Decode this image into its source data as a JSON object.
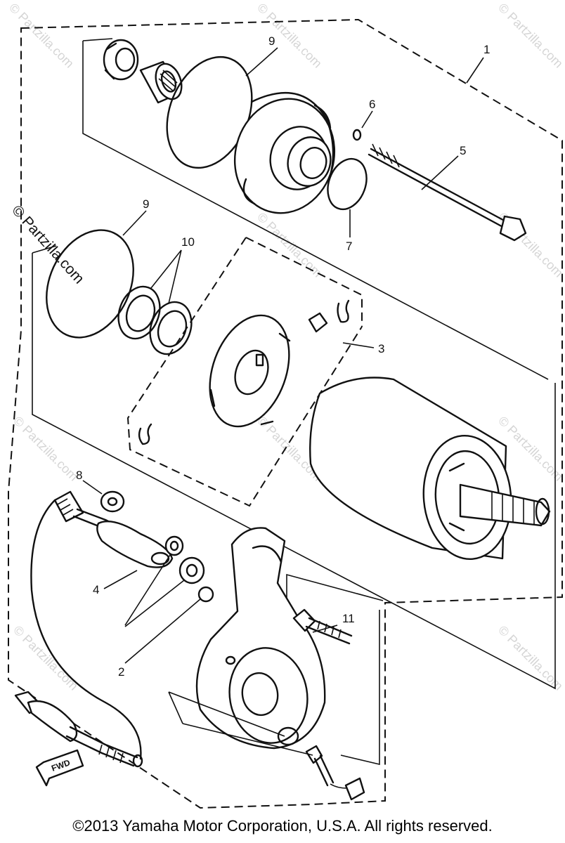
{
  "diagram": {
    "callouts": {
      "c1": "1",
      "c2": "2",
      "c3": "3",
      "c4": "4",
      "c5": "5",
      "c6": "6",
      "c7": "7",
      "c8": "8",
      "c9a": "9",
      "c9b": "9",
      "c10": "10",
      "c11": "11"
    },
    "fwd_label": "FWD"
  },
  "watermark": "© Partzilla.com",
  "footer": {
    "copyright": "©2013  Yamaha Motor Corporation, U.S.A. All rights reserved."
  }
}
